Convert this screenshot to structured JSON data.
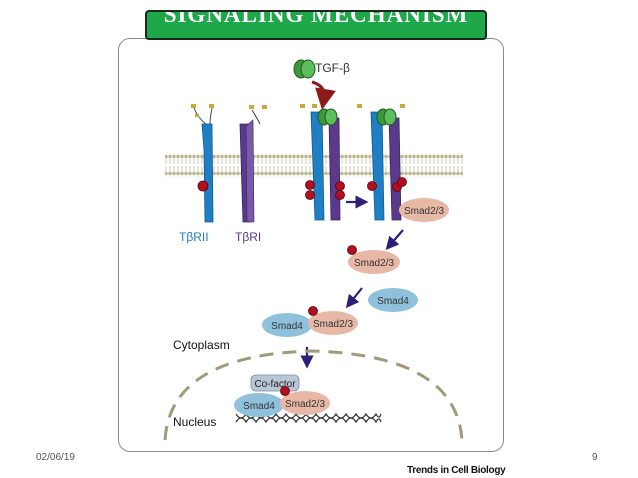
{
  "title": "SIGNALING MECHANISM",
  "ligand": {
    "label": "TGF-β"
  },
  "receptors": {
    "type2": "TβRII",
    "type1": "TβRI"
  },
  "proteins": {
    "smad23": "Smad2/3",
    "smad4": "Smad4",
    "cofactor": "Co-factor"
  },
  "compartments": {
    "cytoplasm": "Cytoplasm",
    "nucleus": "Nucleus"
  },
  "footer": {
    "date": "02/06/19",
    "page": "9",
    "credit": "Trends in Cell Biology"
  },
  "colors": {
    "title_bg": "#1fa84a",
    "type2_receptor": "#1e7fc4",
    "type1_receptor": "#5b3a8c",
    "ligand": "#3a9a3a",
    "phosphate": "#b01020",
    "smad23": "#e8b8a6",
    "smad4": "#8fc1dc",
    "arrow": "#2c1f7a",
    "membrane": "#c9c5a8"
  }
}
